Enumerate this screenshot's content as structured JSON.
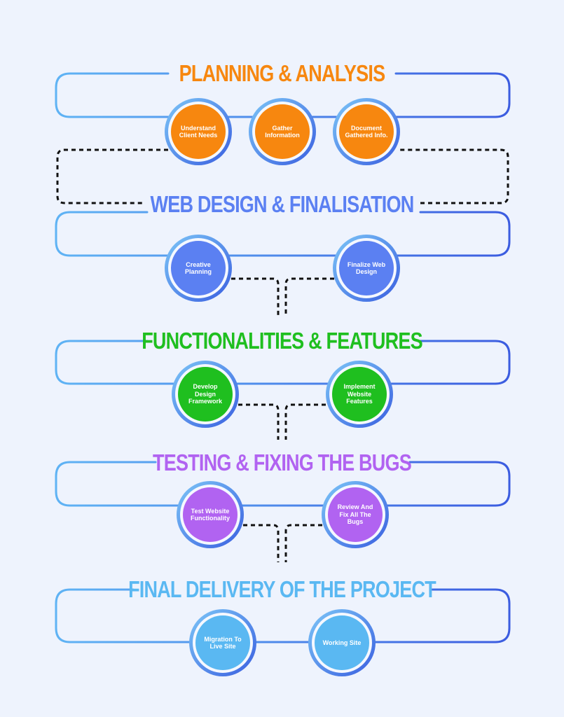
{
  "colors": {
    "planning": "#f7870f",
    "design": "#5b80f2",
    "features": "#1fbf1f",
    "testing": "#b163f1",
    "delivery": "#5ab8f2"
  },
  "sections": [
    {
      "title": "PLANNING & ANALYSIS",
      "steps": [
        "Understand Client Needs",
        "Gather Information",
        "Document Gathered Info."
      ]
    },
    {
      "title": "WEB DESIGN & FINALISATION",
      "steps": [
        "Creative Planning",
        "Finalize Web Design"
      ]
    },
    {
      "title": "FUNCTIONALITIES & FEATURES",
      "steps": [
        "Develop Design Framework",
        "Implement Website Features"
      ]
    },
    {
      "title": "TESTING & FIXING THE BUGS",
      "steps": [
        "Test Website Functionality",
        "Review And Fix All The Bugs"
      ]
    },
    {
      "title": "FINAL DELIVERY OF THE PROJECT",
      "steps": [
        "Migration To Live Site",
        "Working Site"
      ]
    }
  ]
}
